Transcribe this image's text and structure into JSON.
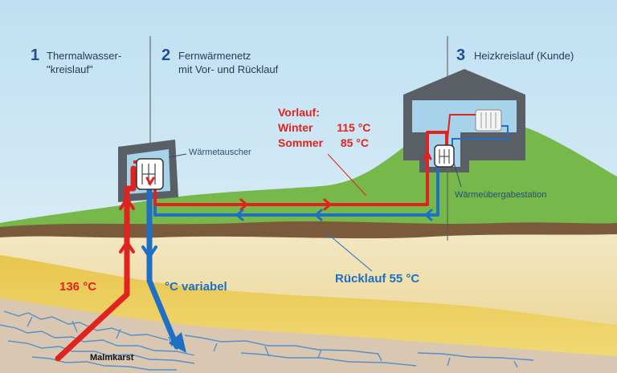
{
  "sections": [
    {
      "num": "1",
      "line1": "Thermalwasser-",
      "line2": "\"kreislauf\""
    },
    {
      "num": "2",
      "line1": "Fernwärmenetz",
      "line2": "mit Vor- und Rücklauf"
    },
    {
      "num": "3",
      "line1": "Heizkreislauf (Kunde)"
    }
  ],
  "labels": {
    "heat_exchanger": "Wärmetauscher",
    "transfer_station": "Wärmeübergabestation",
    "karst": "Malmkarst"
  },
  "flow": {
    "vorlauf_title": "Vorlauf:",
    "winter_label": "Winter",
    "winter_temp": "115 °C",
    "summer_label": "Sommer",
    "summer_temp": "85 °C",
    "ruecklauf": "Rücklauf 55 °C",
    "thermal_in": "136 °C",
    "thermal_out": "°C variabel"
  },
  "colors": {
    "supply": "#e0231f",
    "return": "#1f6fc4",
    "grass": "#76b84a",
    "sky": "#cfe6f3"
  }
}
